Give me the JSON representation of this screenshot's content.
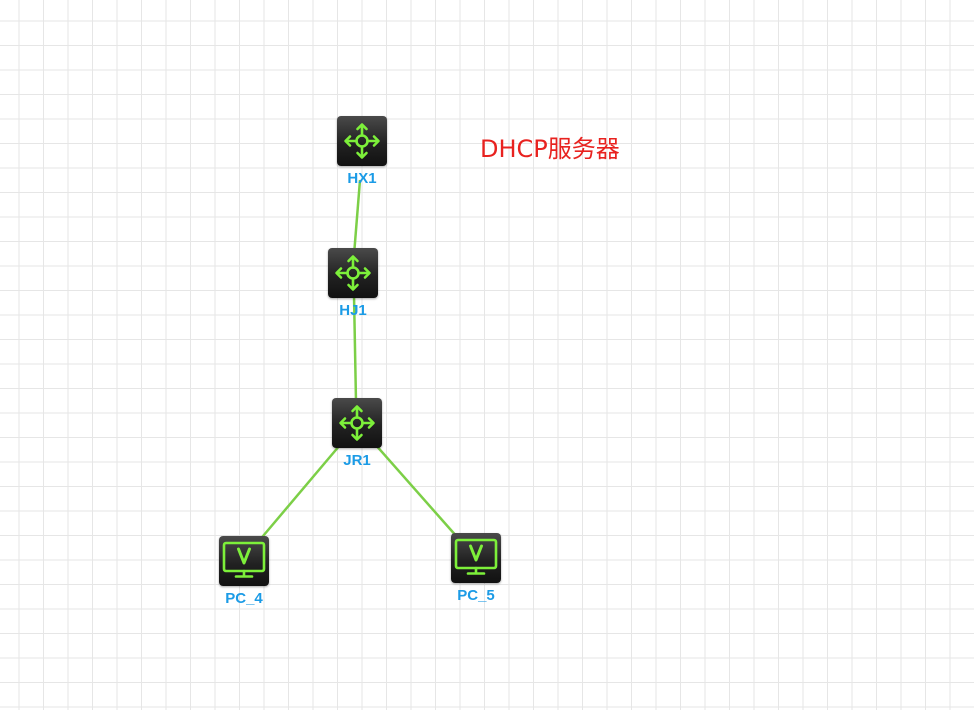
{
  "annotation": "DHCP服务器",
  "colors": {
    "link": "#7ccf47",
    "label": "#1b9be6",
    "annotation": "#e8221f",
    "icon_glyph": "#7df03a",
    "grid": "#e6e6e6"
  },
  "nodes": [
    {
      "id": "HX1",
      "label": "HX1",
      "type": "router",
      "icon": "router-icon"
    },
    {
      "id": "HJ1",
      "label": "HJ1",
      "type": "router",
      "icon": "router-icon"
    },
    {
      "id": "JR1",
      "label": "JR1",
      "type": "router",
      "icon": "router-icon"
    },
    {
      "id": "PC_4",
      "label": "PC_4",
      "type": "pc",
      "icon": "pc-monitor-icon"
    },
    {
      "id": "PC_5",
      "label": "PC_5",
      "type": "pc",
      "icon": "pc-monitor-icon"
    }
  ],
  "links": [
    {
      "from": "HX1",
      "to": "HJ1"
    },
    {
      "from": "HJ1",
      "to": "JR1"
    },
    {
      "from": "JR1",
      "to": "PC_4"
    },
    {
      "from": "JR1",
      "to": "PC_5"
    }
  ]
}
